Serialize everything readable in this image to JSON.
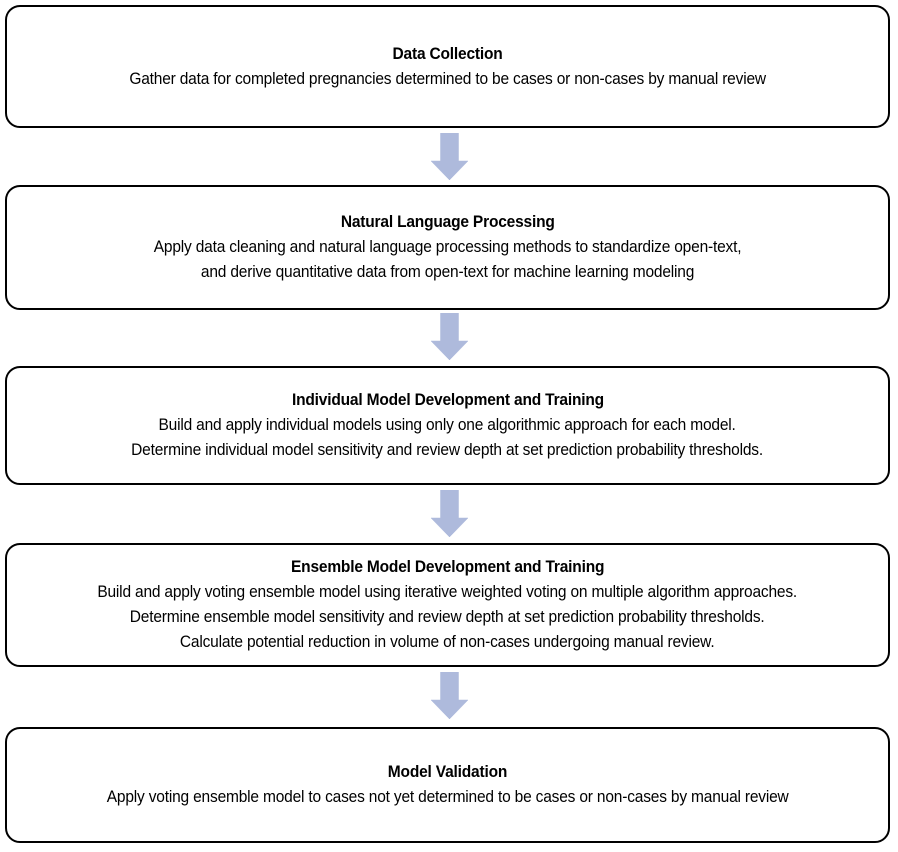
{
  "diagram": {
    "type": "flowchart",
    "orientation": "vertical",
    "arrow_color": "#aebadc",
    "box_border_color": "#000000",
    "box_fill_color": "#ffffff",
    "text_color": "#000000",
    "nodes": [
      {
        "id": "data-collection",
        "title": "Data Collection",
        "body_lines": [
          "Gather data for completed pregnancies determined to be cases or non-cases by manual review"
        ]
      },
      {
        "id": "natural-language-processing",
        "title": "Natural Language Processing",
        "body_lines": [
          "Apply data cleaning and natural language processing methods to standardize open-text,",
          "and derive quantitative data from open-text for machine learning modeling"
        ]
      },
      {
        "id": "individual-model-development-and-training",
        "title": "Individual Model Development and Training",
        "body_lines": [
          "Build and apply individual models using only one algorithmic approach for each model.",
          "Determine individual model sensitivity and review depth at set prediction probability thresholds."
        ]
      },
      {
        "id": "ensemble-model-development-and-training",
        "title": "Ensemble Model Development and Training",
        "body_lines": [
          "Build and apply voting ensemble model using iterative weighted voting on multiple algorithm approaches.",
          "Determine ensemble model sensitivity and review depth at set prediction probability thresholds.",
          "Calculate potential reduction in volume of non-cases undergoing manual review."
        ]
      },
      {
        "id": "model-validation",
        "title": "Model Validation",
        "body_lines": [
          "Apply voting ensemble model to cases not yet determined to be cases or non-cases by manual review"
        ]
      }
    ],
    "connectors": [
      {
        "id": "connector-1",
        "from": "data-collection",
        "to": "natural-language-processing",
        "shape": "down-arrow"
      },
      {
        "id": "connector-2",
        "from": "natural-language-processing",
        "to": "individual-model-development-and-training",
        "shape": "down-arrow"
      },
      {
        "id": "connector-3",
        "from": "individual-model-development-and-training",
        "to": "ensemble-model-development-and-training",
        "shape": "down-arrow"
      },
      {
        "id": "connector-4",
        "from": "ensemble-model-development-and-training",
        "to": "model-validation",
        "shape": "down-arrow"
      }
    ]
  }
}
